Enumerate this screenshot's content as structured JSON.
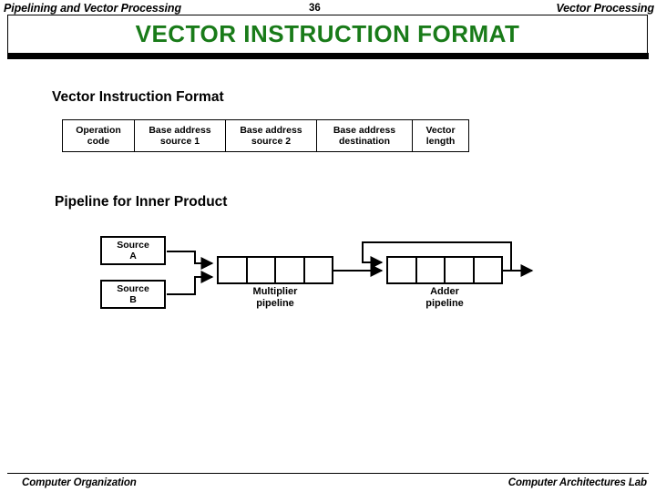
{
  "header": {
    "left_title": "Pipelining and Vector Processing",
    "page_number": "36",
    "right_title": "Vector Processing"
  },
  "slide": {
    "title": "VECTOR  INSTRUCTION  FORMAT",
    "title_color": "#197B19"
  },
  "sections": {
    "vector_instruction_format": {
      "heading": "Vector Instruction Format",
      "fields": [
        {
          "line1": "Operation",
          "line2": "code"
        },
        {
          "line1": "Base address",
          "line2": "source 1"
        },
        {
          "line1": "Base address",
          "line2": "source 2"
        },
        {
          "line1": "Base address",
          "line2": "destination"
        },
        {
          "line1": "Vector",
          "line2": "length"
        }
      ]
    },
    "pipeline_inner_product": {
      "heading": "Pipeline for Inner Product",
      "sources": [
        {
          "line1": "Source",
          "line2": "A"
        },
        {
          "line1": "Source",
          "line2": "B"
        }
      ],
      "stages": [
        {
          "name": "multiplier-pipeline",
          "line1": "Multiplier",
          "line2": "pipeline",
          "segments": 4
        },
        {
          "name": "adder-pipeline",
          "line1": "Adder",
          "line2": "pipeline",
          "segments": 4
        }
      ]
    }
  },
  "footer": {
    "left": "Computer Organization",
    "right": "Computer Architectures Lab"
  }
}
